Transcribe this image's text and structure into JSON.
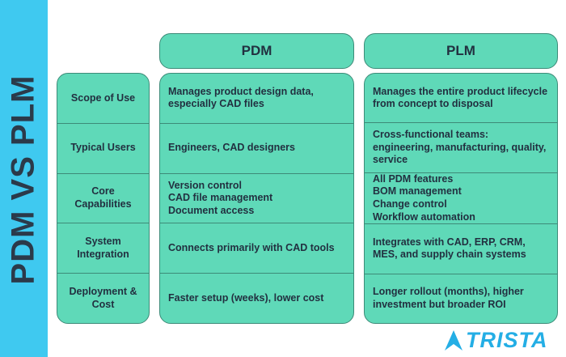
{
  "side_title": "PDM VS PLM",
  "headers": {
    "pdm": "PDM",
    "plm": "PLM"
  },
  "rows": [
    {
      "label": "Scope of Use",
      "pdm": "Manages product design data,\nespecially CAD files",
      "plm": "Manages the entire product lifecycle\nfrom concept to disposal"
    },
    {
      "label": "Typical Users",
      "pdm": "Engineers, CAD designers",
      "plm": "Cross-functional teams:\nengineering, manufacturing, quality,\nservice"
    },
    {
      "label": "Core\nCapabilities",
      "pdm": "Version control\nCAD file management\nDocument access",
      "plm": "All PDM features\nBOM management\nChange control\nWorkflow automation"
    },
    {
      "label": "System\nIntegration",
      "pdm": "Connects primarily with CAD tools",
      "plm": "Integrates with CAD, ERP, CRM,\nMES, and supply chain systems"
    },
    {
      "label": "Deployment &\nCost",
      "pdm": "Faster setup (weeks), lower cost",
      "plm": "Longer rollout (months), higher\ninvestment but broader ROI"
    }
  ],
  "logo": {
    "text": "TRISTA"
  },
  "colors": {
    "sidebar": "#3fc9f0",
    "cell": "#5fd9b8",
    "border": "#3d8b78",
    "logo": "#24aee5"
  }
}
